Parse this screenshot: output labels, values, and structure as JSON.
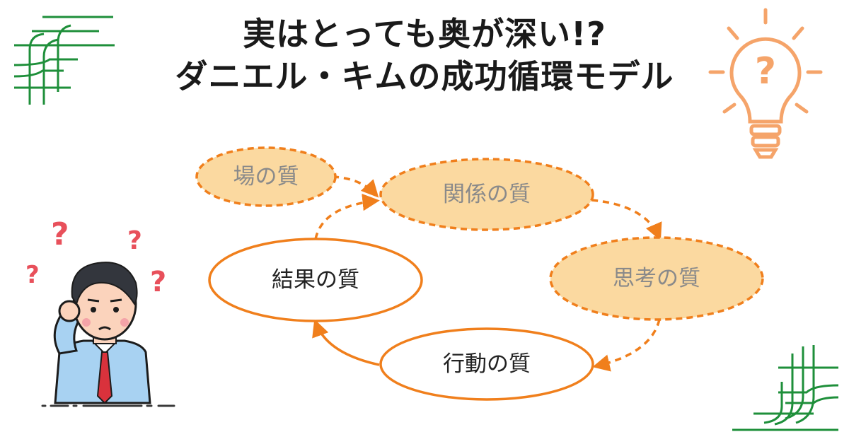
{
  "title": {
    "line1": "実はとっても奥が深い!?",
    "line2": "ダニエル・キムの成功循環モデル"
  },
  "nodes": [
    {
      "id": "place",
      "label": "場の質",
      "style": "dashed"
    },
    {
      "id": "relation",
      "label": "関係の質",
      "style": "dashed"
    },
    {
      "id": "thinking",
      "label": "思考の質",
      "style": "dashed"
    },
    {
      "id": "action",
      "label": "行動の質",
      "style": "solid"
    },
    {
      "id": "result",
      "label": "結果の質",
      "style": "solid"
    }
  ],
  "edges": [
    {
      "from": "place",
      "to": "relation",
      "style": "dashed"
    },
    {
      "from": "relation",
      "to": "thinking",
      "style": "dashed"
    },
    {
      "from": "thinking",
      "to": "action",
      "style": "dashed"
    },
    {
      "from": "action",
      "to": "result",
      "style": "solid"
    },
    {
      "from": "result",
      "to": "relation",
      "style": "dashed"
    }
  ],
  "colors": {
    "accent": "#f07f1c",
    "dashed_fill": "#fbd9a0",
    "dashed_text": "#8a8a8a",
    "solid_text": "#222222",
    "green": "#1e8f3a",
    "bulb": "#f5a46a",
    "question": "#e8505b"
  },
  "icons": [
    "lightbulb-question-icon",
    "confused-man-illustration",
    "green-line-decoration"
  ]
}
